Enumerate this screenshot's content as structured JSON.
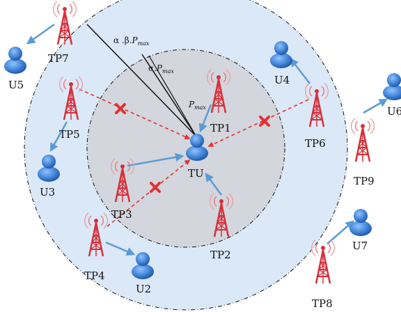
{
  "colors": {
    "outer_zone": "#dbe8f7",
    "inner_zone": "#d3d6dc",
    "link": "#5b9bd5",
    "interference": "#e53030",
    "tower": "#d6303a",
    "user": "#3f82d6"
  },
  "towers": [
    {
      "label": "TP7"
    },
    {
      "label": "TP5"
    },
    {
      "label": "TP1"
    },
    {
      "label": "TP6"
    },
    {
      "label": "TP9"
    },
    {
      "label": "TP3"
    },
    {
      "label": "TP2"
    },
    {
      "label": "TP4"
    },
    {
      "label": "TP8"
    }
  ],
  "users": [
    {
      "label": "U5"
    },
    {
      "label": "U4"
    },
    {
      "label": "U6"
    },
    {
      "label": "U3"
    },
    {
      "label": "TU"
    },
    {
      "label": "U2"
    },
    {
      "label": "U7"
    }
  ],
  "power_labels": {
    "outer_prefix": "α .β.",
    "mid_prefix": "α.",
    "p": "P",
    "sub": "max"
  },
  "icons": {
    "tower": "tower-icon",
    "user": "user-icon",
    "blocked": "cross-icon"
  }
}
